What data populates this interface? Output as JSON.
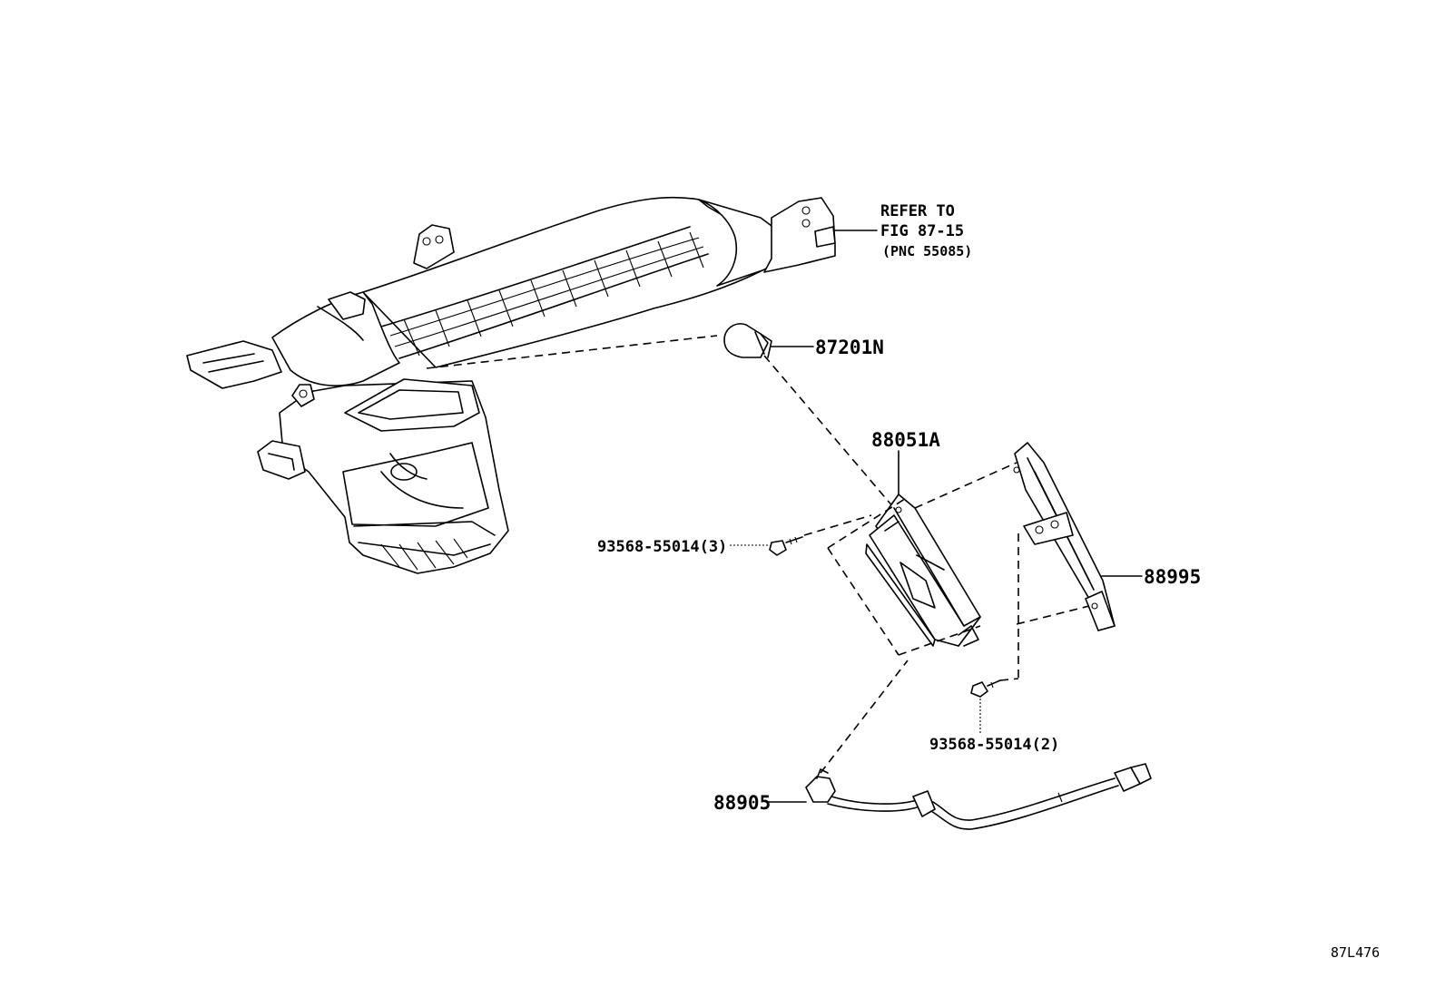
{
  "labels": {
    "refer_line1": "REFER TO",
    "refer_line2": "FIG 87-15",
    "refer_line3": "(PNC 55085)",
    "p87201n": "87201N",
    "p88051a": "88051A",
    "screw_upper": "93568-55014(3)",
    "p88995": "88995",
    "screw_lower": "93568-55014(2)",
    "p88905": "88905",
    "figure_code": "87L476"
  }
}
